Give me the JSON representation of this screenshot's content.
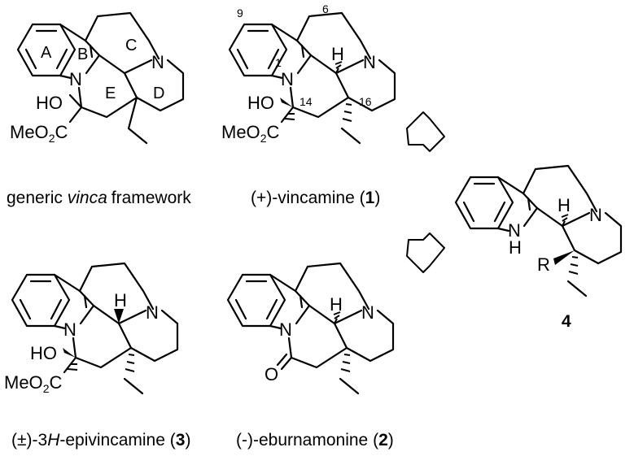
{
  "labels": {
    "generic": "framework",
    "generic_prefix": "generic ",
    "generic_italic": "vinca",
    "vincamine_pre": "(+)-vincamine (",
    "vincamine_num": "1",
    "close": ")",
    "epi_pre": "(±)-3",
    "epi_italic": "H",
    "epi_mid": "-epivincamine (",
    "epi_num": "3",
    "ebur_pre": "(-)-eburnamonine (",
    "ebur_num": "2",
    "compound4": "4"
  },
  "atoms": {
    "N": "N",
    "H": "H",
    "HO": "HO",
    "MeO": "MeO",
    "sub2": "2",
    "C": "C",
    "O": "O",
    "R": "R"
  },
  "rings": {
    "A": "A",
    "B": "B",
    "C": "C",
    "D": "D",
    "E": "E"
  },
  "locants": {
    "n9": "9",
    "n6": "6",
    "n1": "1",
    "n14": "14",
    "n16": "16"
  }
}
